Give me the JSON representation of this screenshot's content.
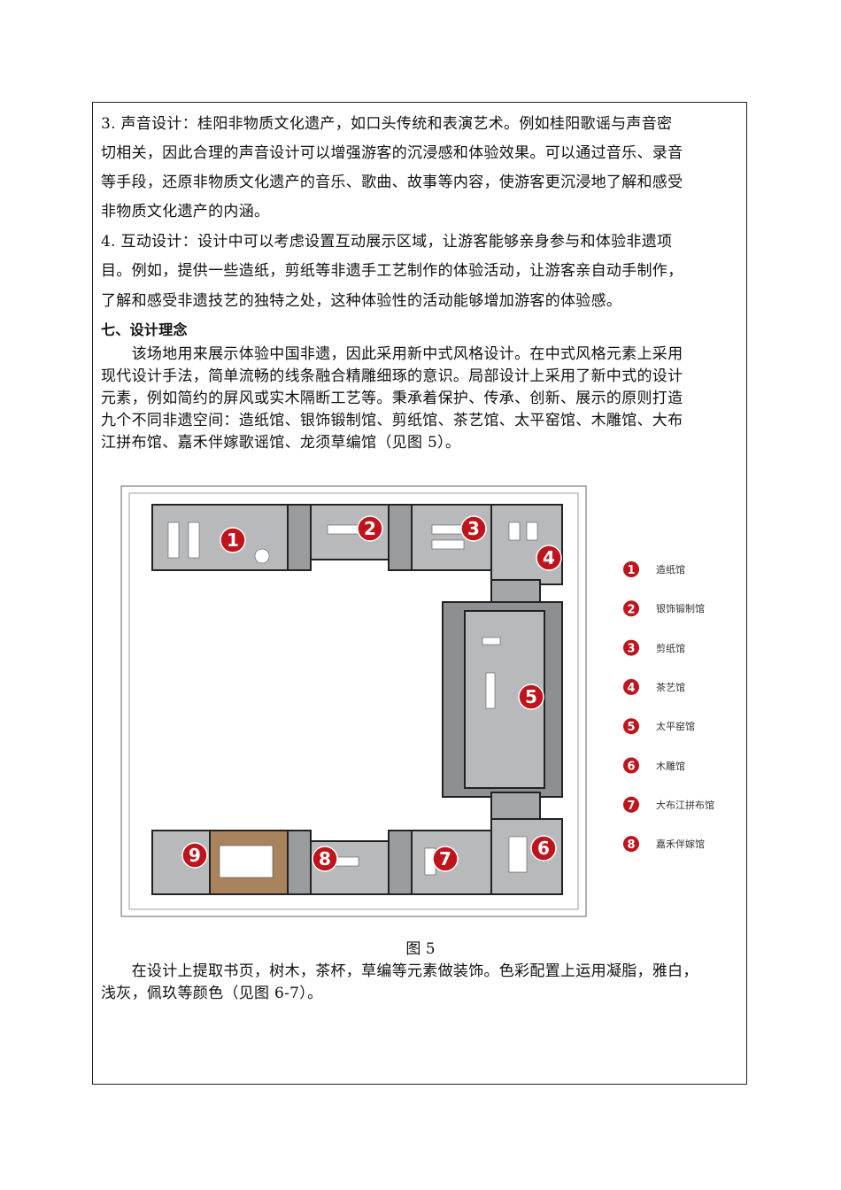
{
  "section_sound": [
    "3.  声音设计：桂阳非物质文化遗产，如口头传统和表演艺术。例如桂阳歌谣与声音密",
    "切相关，因此合理的声音设计可以增强游客的沉浸感和体验效果。可以通过音乐、录音",
    "等手段，还原非物质文化遗产的音乐、歌曲、故事等内容，使游客更沉浸地了解和感受",
    "非物质文化遗产的内涵。"
  ],
  "section_interaction": [
    "4.  互动设计：设计中可以考虑设置互动展示区域，让游客能够亲身参与和体验非遗项",
    "目。例如，提供一些造纸，剪纸等非遗手工艺制作的体验活动，让游客亲自动手制作，",
    "了解和感受非遗技艺的独特之处，这种体验性的活动能够增加游客的体验感。"
  ],
  "heading": "七、设计理念",
  "concept_paragraph": [
    "　　该场地用来展示体验中国非遗，因此采用新中式风格设计。在中式风格元素上采用",
    "现代设计手法，简单流畅的线条融合精雕细琢的意识。局部设计上采用了新中式的设计",
    "元素，例如简约的屏风或实木隔断工艺等。秉承着保护、传承、创新、展示的原则打造",
    "九个不同非遗空间：造纸馆、银饰锻制馆、剪纸馆、茶艺馆、太平窑馆、木雕馆、大布",
    "江拼布馆、嘉禾伴嫁歌谣馆、龙须草编馆（见图 5）。"
  ],
  "figure": {
    "caption": "图 5",
    "marker_color": "#c0141c",
    "markers": [
      "1",
      "2",
      "3",
      "4",
      "5",
      "6",
      "7",
      "8",
      "9"
    ],
    "legend": [
      {
        "num": "1",
        "label": "造纸馆"
      },
      {
        "num": "2",
        "label": "银饰锻制馆"
      },
      {
        "num": "3",
        "label": "剪纸馆"
      },
      {
        "num": "4",
        "label": "茶艺馆"
      },
      {
        "num": "5",
        "label": "太平窑馆"
      },
      {
        "num": "6",
        "label": "木雕馆"
      },
      {
        "num": "7",
        "label": "大布江拼布馆"
      },
      {
        "num": "8",
        "label": "嘉禾伴嫁馆"
      }
    ]
  },
  "closing_paragraph": [
    "　　在设计上提取书页，树木，茶杯，草编等元素做装饰。色彩配置上运用凝脂，雅白，",
    "浅灰，佩玖等颜色（见图 6-7）。"
  ]
}
